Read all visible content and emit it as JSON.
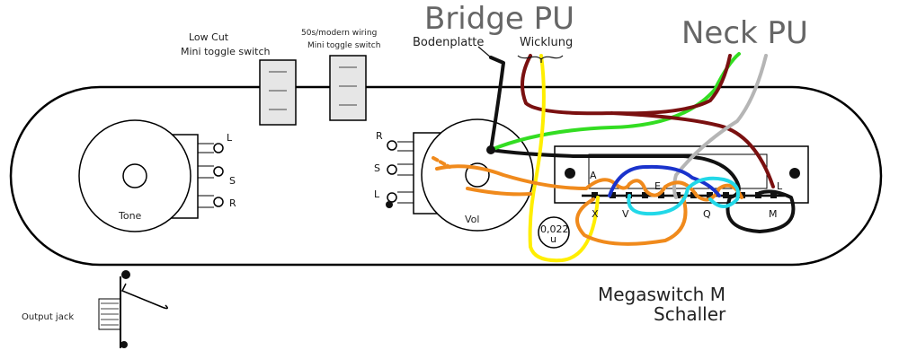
{
  "labels": {
    "bridge_pu": "Bridge PU",
    "neck_pu": "Neck PU",
    "bodenplatte": "Bodenplatte",
    "wicklung": "Wicklung",
    "low_cut_line1": "Low Cut",
    "low_cut_line2": "Mini toggle switch",
    "wiring_line1": "50s/modern wiring",
    "wiring_line2": "Mini toggle switch",
    "tone": "Tone",
    "vol": "Vol",
    "output_jack": "Output jack",
    "megaswitch": "Megaswitch M",
    "schaller": "Schaller",
    "capacitor_line1": "0,022",
    "capacitor_line2": "u"
  },
  "tone_pins": [
    "L",
    "S",
    "R"
  ],
  "vol_pins": [
    "R",
    "S",
    "L"
  ],
  "switch_pins_top": [
    "A",
    "E",
    "L"
  ],
  "switch_pins_bottom": [
    "X",
    "V",
    "Q",
    "M"
  ],
  "wire_colors": {
    "black": "#111111",
    "green": "#33dd22",
    "brown": "#7a1010",
    "grey": "#b5b5b5",
    "yellow": "#ffee00",
    "orange": "#f08a1c",
    "blue": "#1a33cc",
    "cyan": "#22d8e8"
  }
}
